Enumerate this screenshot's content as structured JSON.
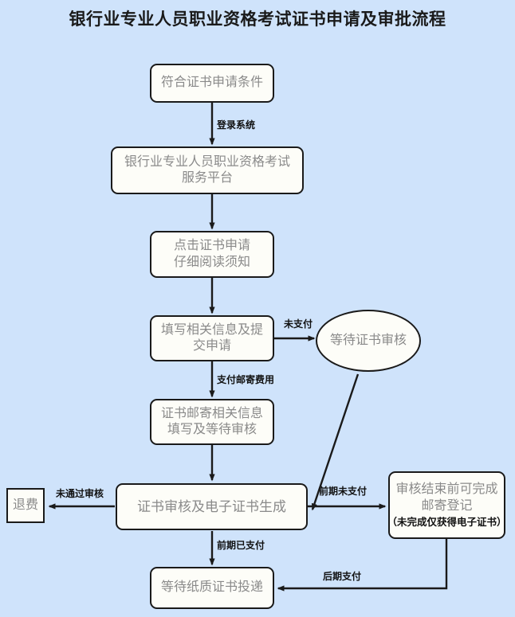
{
  "page": {
    "title": "银行业专业人员职业资格考试证书申请及审批流程",
    "background_color": "#cfe3fb",
    "node_fill": "#fdfdf8",
    "node_border": "#1a1a1a",
    "node_text_color": "#8a8a8a",
    "label_text_color": "#111111"
  },
  "nodes": {
    "eligible": {
      "line1": "符合证书申请条件"
    },
    "platform": {
      "line1": "银行业专业人员职业资格考试",
      "line2": "服务平台"
    },
    "click_apply": {
      "line1": "点击证书申请",
      "line2": "仔细阅读须知"
    },
    "fill_submit": {
      "line1": "填写相关信息及提",
      "line2": "交申请"
    },
    "await_review": {
      "line1": "等待证书审核"
    },
    "mail_info": {
      "line1": "证书邮寄相关信息",
      "line2": "填写及等待审核"
    },
    "review_generate": {
      "line1": "证书审核及电子证书生成"
    },
    "refund": {
      "line1": "退费"
    },
    "mail_register": {
      "line1": "审核结束前可完成",
      "line2": "邮寄登记",
      "note": "（未完成仅获得电子证书）"
    },
    "await_delivery": {
      "line1": "等待纸质证书投递"
    }
  },
  "edge_labels": {
    "login_system": "登录系统",
    "unpaid": "未支付",
    "pay_mail_fee": "支付邮寄费用",
    "review_failed": "未通过审核",
    "prior_unpaid": "前期未支付",
    "prior_paid": "前期已支付",
    "later_paid": "后期支付"
  }
}
